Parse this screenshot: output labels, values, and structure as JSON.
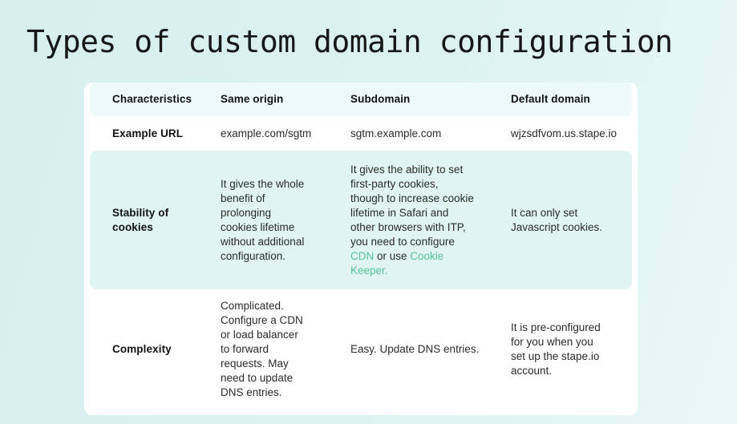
{
  "title": "Types of custom domain configuration",
  "colors": {
    "page_bg": "#dcf2f1",
    "card_bg": "#ffffff",
    "header_band": "#edfaf9",
    "stability_band": "#e0f4f2",
    "link_green": "#55c397",
    "text": "#2b2b2b"
  },
  "table": {
    "headers": [
      "Characteristics",
      "Same origin",
      "Subdomain",
      "Default domain"
    ],
    "rows": {
      "example_url": {
        "label": "Example URL",
        "same_origin": "example.com/sgtm",
        "subdomain": "sgtm.example.com",
        "default_domain": "wjzsdfvom.us.stape.io"
      },
      "stability": {
        "label": "Stability of\ncookies",
        "same_origin": "It gives the whole\nbenefit of\nprolonging\ncookies lifetime\nwithout additional\nconfiguration.",
        "subdomain_before": "It gives the ability to set\nfirst-party cookies,\nthough to increase cookie\nlifetime in Safari and\nother browsers with ITP,\nyou need to configure\n",
        "subdomain_link_cdn": "CDN",
        "subdomain_middle": " or use ",
        "subdomain_link_cookie_keeper": "Cookie\nKeeper.",
        "default_domain": "It can only set\nJavascript cookies."
      },
      "complexity": {
        "label": "Complexity",
        "same_origin": "Complicated.\nConfigure a CDN\nor load balancer\nto forward\nrequests. May\nneed to update\nDNS entries.",
        "subdomain": "Easy. Update DNS entries.",
        "default_domain": "It is pre-configured\nfor you when you\nset up the stape.io\naccount."
      }
    }
  }
}
